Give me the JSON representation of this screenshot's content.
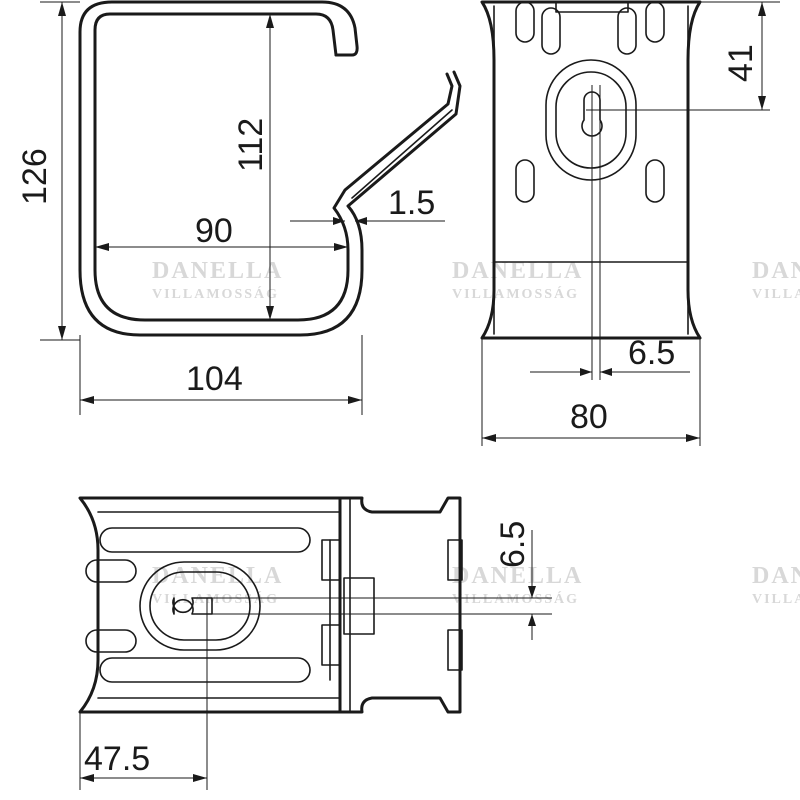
{
  "drawing": {
    "dimensions": {
      "height_total": "126",
      "height_inner": "112",
      "width_inner": "90",
      "thickness": "1.5",
      "width_total": "104",
      "hole_offset_top": "41",
      "slot_width_front": "6.5",
      "width_front": "80",
      "slot_width_top": "6.5",
      "hole_offset_side": "47.5"
    },
    "watermark": {
      "line1": "DANELLA",
      "line2": "VILLAMOSSÁG"
    }
  }
}
